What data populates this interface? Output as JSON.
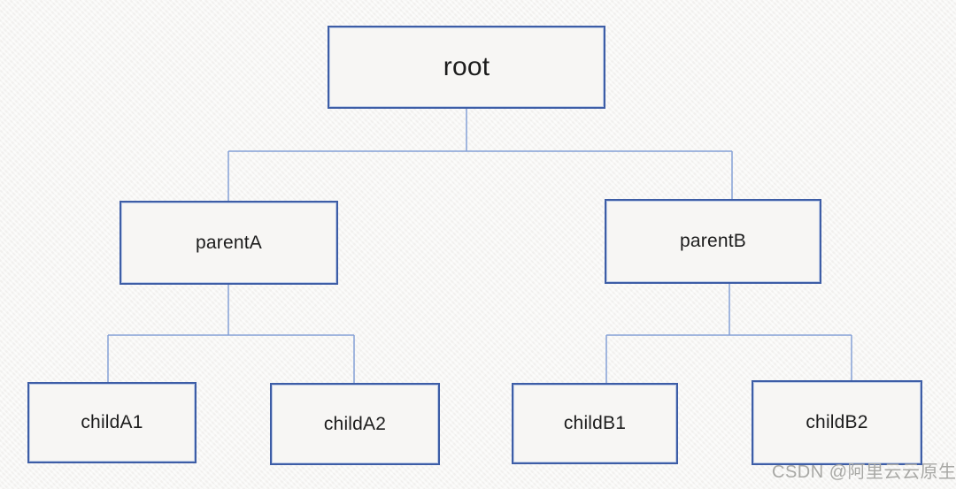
{
  "diagram": {
    "type": "tree",
    "nodes": [
      {
        "id": "root",
        "label": "root",
        "parent": null,
        "level": 0
      },
      {
        "id": "parentA",
        "label": "parentA",
        "parent": "root",
        "level": 1
      },
      {
        "id": "parentB",
        "label": "parentB",
        "parent": "root",
        "level": 1
      },
      {
        "id": "childA1",
        "label": "childA1",
        "parent": "parentA",
        "level": 2
      },
      {
        "id": "childA2",
        "label": "childA2",
        "parent": "parentA",
        "level": 2
      },
      {
        "id": "childB1",
        "label": "childB1",
        "parent": "parentB",
        "level": 2
      },
      {
        "id": "childB2",
        "label": "childB2",
        "parent": "parentB",
        "level": 2
      }
    ],
    "edges": [
      {
        "from": "root",
        "to": "parentA"
      },
      {
        "from": "root",
        "to": "parentB"
      },
      {
        "from": "parentA",
        "to": "childA1"
      },
      {
        "from": "parentA",
        "to": "childA2"
      },
      {
        "from": "parentB",
        "to": "childB1"
      },
      {
        "from": "parentB",
        "to": "childB2"
      }
    ],
    "colors": {
      "node_border": "#3D5DA6",
      "node_fill": "#F7F6F4",
      "connector": "#84A0D6",
      "label_text": "#1C1C1C",
      "background": "#F5F4F2",
      "watermark_text": "#A8A8A5"
    }
  },
  "watermark": {
    "text": "CSDN @阿里云云原生"
  }
}
